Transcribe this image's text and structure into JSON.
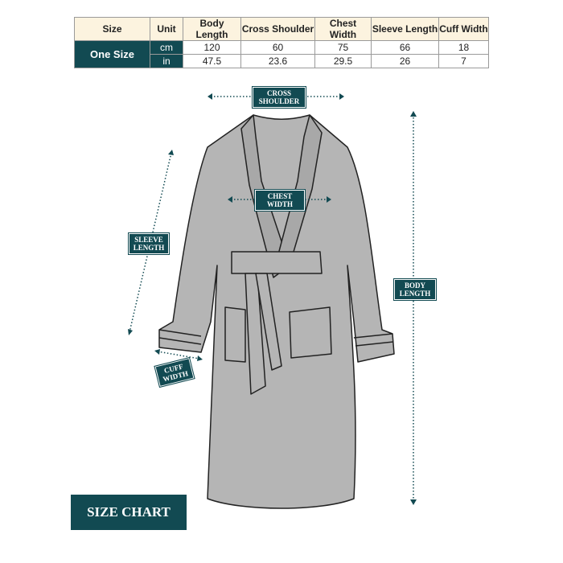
{
  "table": {
    "headers": [
      "Size",
      "Unit",
      "Body Length",
      "Cross Shoulder",
      "Chest Width",
      "Sleeve Length",
      "Cuff Width"
    ],
    "size": "One Size",
    "rows": [
      {
        "unit": "cm",
        "values": [
          "120",
          "60",
          "75",
          "66",
          "18"
        ]
      },
      {
        "unit": "in",
        "values": [
          "47.5",
          "23.6",
          "29.5",
          "26",
          "7"
        ]
      }
    ]
  },
  "labels": {
    "cross_shoulder": "CROSS SHOULDER",
    "chest_width": "CHEST WIDTH",
    "sleeve_length": "SLEEVE LENGTH",
    "body_length": "BODY LENGTH",
    "cuff_width": "CUFF WIDTH"
  },
  "title": "SIZE CHART",
  "colors": {
    "accent": "#124a52",
    "header": "#fcf3df",
    "robe": "#b5b5b5"
  }
}
